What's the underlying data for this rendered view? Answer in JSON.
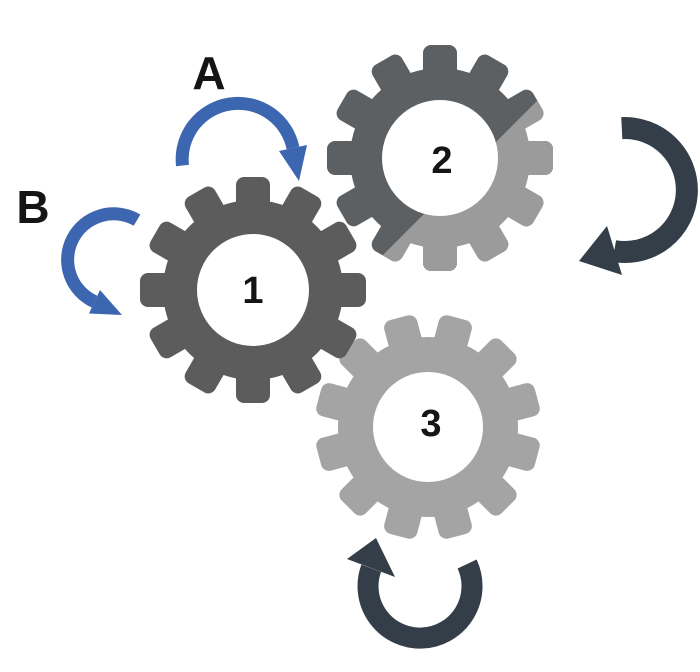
{
  "diagram": {
    "background": "#ffffff",
    "labels": {
      "a": "A",
      "b": "B"
    },
    "gears": [
      {
        "name": "gear-1",
        "number": "1",
        "color": "#5c5c5c"
      },
      {
        "name": "gear-2",
        "number": "2",
        "color_dark": "#5d6063",
        "color_light": "#9b9b9b"
      },
      {
        "name": "gear-3",
        "number": "3",
        "color": "#a4a4a4"
      }
    ],
    "colors": {
      "label_text": "#151515",
      "arrow_blue": "#3c66af",
      "arrow_dark": "#333e48",
      "hub_white": "#ffffff"
    }
  }
}
